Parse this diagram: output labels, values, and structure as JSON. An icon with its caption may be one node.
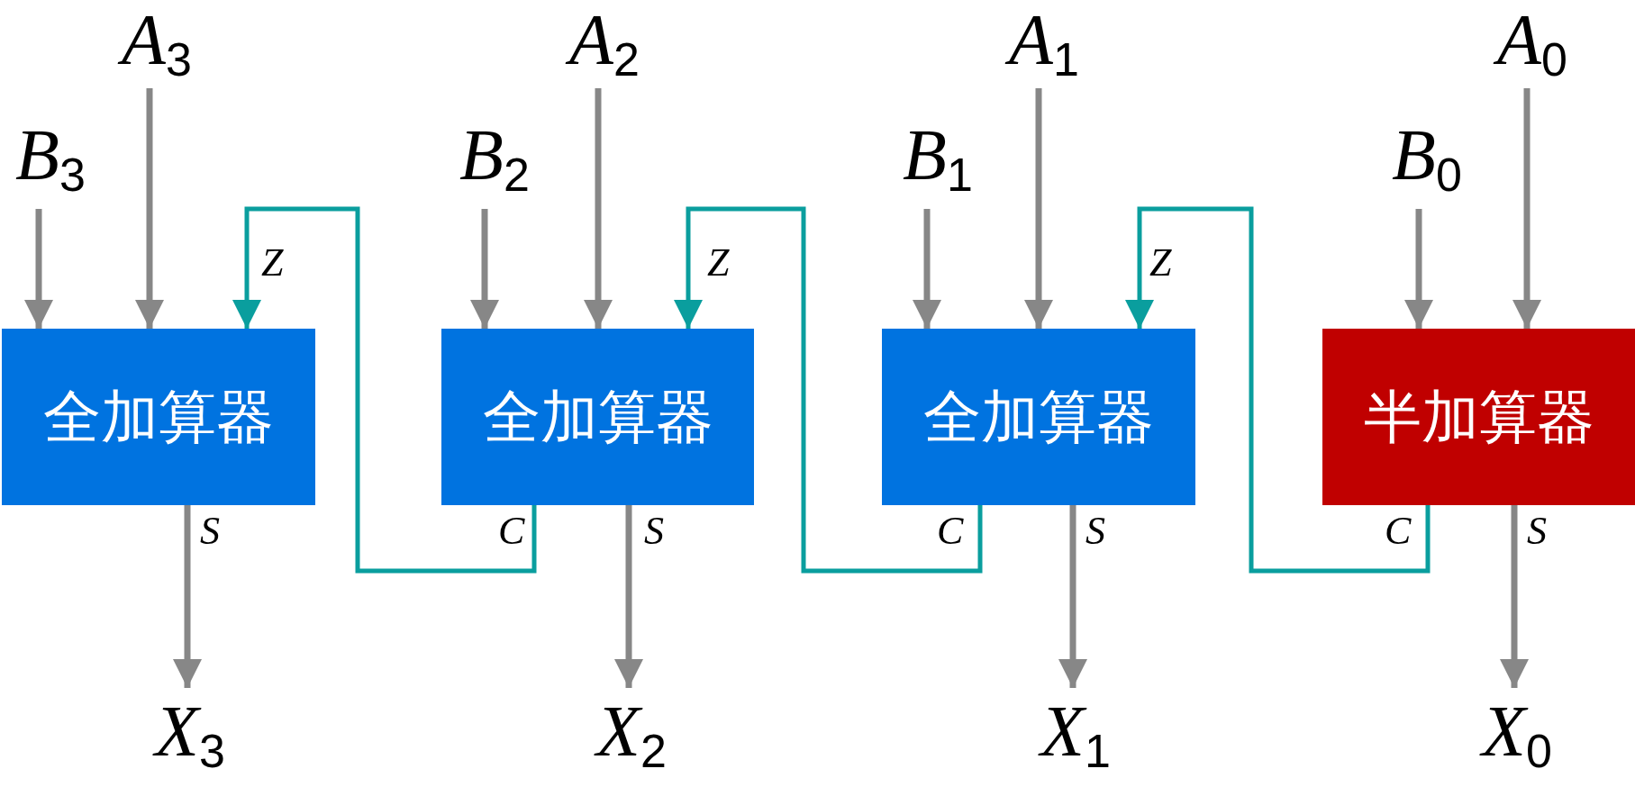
{
  "diagram": {
    "nodes": [
      {
        "text": [
          "*A*$_{3}$"
        ]
      },
      {
        "text": [
          "*A*$_{2}$"
        ]
      },
      {
        "text": [
          "*A*$_{1}$"
        ]
      },
      {
        "text": [
          "*A*$_{0}$"
        ]
      },
      {
        "text": [
          "*B*$_{3}$"
        ]
      },
      {
        "text": [
          "*B*$_{2}$"
        ]
      },
      {
        "text": [
          "*B*$_{1}$"
        ]
      },
      {
        "text": [
          "*B*$_{0}$"
        ]
      },
      {
        "text": [
          "全加算器"
        ],
        "beside": [
          "Z",
          "S"
        ]
      },
      {
        "text": [
          "全加算器"
        ],
        "beside": [
          "Z",
          "C",
          "S"
        ]
      },
      {
        "text": [
          "全加算器"
        ],
        "beside": [
          "Z",
          "C",
          "S"
        ]
      },
      {
        "text": [
          "半加算器"
        ],
        "beside": [
          "C",
          "S"
        ]
      },
      {
        "text": [
          "*X*$_{3}$"
        ]
      },
      {
        "text": [
          "*X*$_{2}$"
        ]
      },
      {
        "text": [
          "*X*$_{1}$"
        ]
      },
      {
        "text": [
          "*X*$_{0}$"
        ]
      }
    ],
    "edges": [
      {
        "from": 0,
        "to": 8,
        "arrow": "to"
      },
      {
        "from": 4,
        "to": 8,
        "arrow": "to"
      },
      {
        "from": 1,
        "to": 9,
        "arrow": "to"
      },
      {
        "from": 5,
        "to": 9,
        "arrow": "to"
      },
      {
        "from": 2,
        "to": 10,
        "arrow": "to"
      },
      {
        "from": 6,
        "to": 10,
        "arrow": "to"
      },
      {
        "from": 3,
        "to": 11,
        "arrow": "to"
      },
      {
        "from": 7,
        "to": 11,
        "arrow": "to"
      },
      {
        "from": 8,
        "to": 12,
        "arrow": "to"
      },
      {
        "from": 9,
        "to": 13,
        "arrow": "to"
      },
      {
        "from": 10,
        "to": 14,
        "arrow": "to"
      },
      {
        "from": 11,
        "to": 15,
        "arrow": "to"
      },
      {
        "from": 11,
        "to": 10,
        "arrow": "to",
        "color": "#0a9e9e"
      },
      {
        "from": 10,
        "to": 9,
        "arrow": "to",
        "color": "#0a9e9e"
      },
      {
        "from": 9,
        "to": 8,
        "arrow": "to",
        "color": "#0a9e9e"
      }
    ]
  }
}
